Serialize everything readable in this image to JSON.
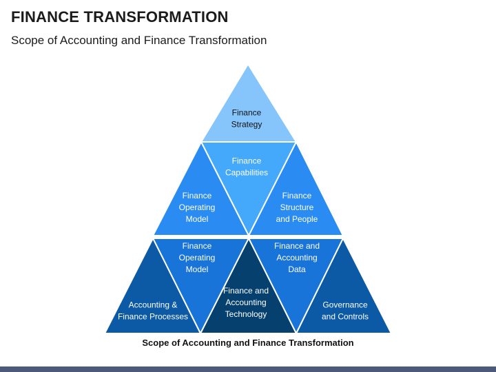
{
  "title": "FINANCE TRANSFORMATION",
  "subtitle": "Scope of Accounting and Finance Transformation",
  "caption": "Scope of Accounting and Finance Transformation",
  "colors": {
    "light_blue": "#86c5fb",
    "sky_blue": "#44a8fb",
    "mid_blue": "#2a8cf2",
    "blue": "#1874d8",
    "deep_blue": "#0c5aa6",
    "navy": "#06406f",
    "footer": "#4a5a78"
  },
  "triangles": [
    {
      "id": "finance-strategy",
      "lines": [
        "Finance",
        "Strategy"
      ],
      "fill": "light_blue",
      "text_color": "#111111"
    },
    {
      "id": "finance-capabilities",
      "lines": [
        "Finance",
        "Capabilities"
      ],
      "fill": "sky_blue",
      "text_color": "#ffffff"
    },
    {
      "id": "finance-operating-model-upper",
      "lines": [
        "Finance",
        "Operating",
        "Model"
      ],
      "fill": "mid_blue",
      "text_color": "#ffffff"
    },
    {
      "id": "finance-structure-people",
      "lines": [
        "Finance",
        "Structure",
        "and People"
      ],
      "fill": "mid_blue",
      "text_color": "#ffffff"
    },
    {
      "id": "finance-operating-model-lower",
      "lines": [
        "Finance",
        "Operating",
        "Model"
      ],
      "fill": "blue",
      "text_color": "#ffffff"
    },
    {
      "id": "finance-accounting-data",
      "lines": [
        "Finance and",
        "Accounting",
        "Data"
      ],
      "fill": "blue",
      "text_color": "#ffffff"
    },
    {
      "id": "accounting-finance-processes",
      "lines": [
        "Accounting &",
        "Finance Processes"
      ],
      "fill": "deep_blue",
      "text_color": "#ffffff"
    },
    {
      "id": "finance-accounting-technology",
      "lines": [
        "Finance and",
        "Accounting",
        "Technology"
      ],
      "fill": "navy",
      "text_color": "#ffffff"
    },
    {
      "id": "governance-controls",
      "lines": [
        "Governance",
        "and Controls"
      ],
      "fill": "deep_blue",
      "text_color": "#ffffff"
    }
  ]
}
